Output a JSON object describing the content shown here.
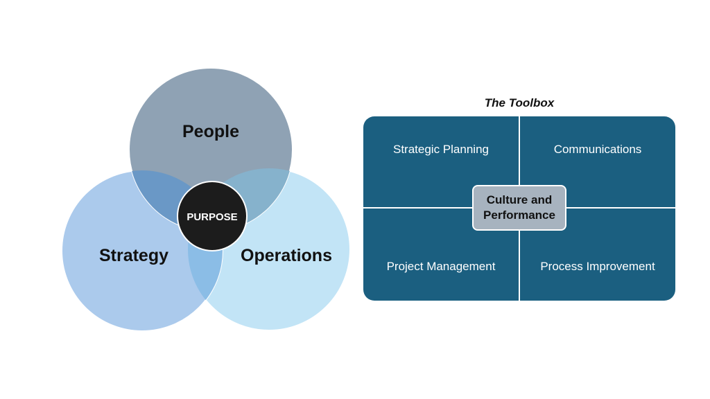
{
  "venn": {
    "circles": [
      {
        "label": "People",
        "color": "#8fa2b4"
      },
      {
        "label": "Strategy",
        "color": "#abcaec"
      },
      {
        "label": "Operations",
        "color": "#c2e4f6"
      }
    ],
    "overlap_colors": {
      "people_strategy": "#6a98c6",
      "people_operations": "#86b2cc",
      "strategy_operations": "#8bbde6"
    },
    "center": {
      "label": "PURPOSE",
      "color": "#1c1c1c"
    }
  },
  "toolbox": {
    "title": "The Toolbox",
    "background_color": "#1b5f80",
    "quadrants": [
      {
        "label": "Strategic Planning"
      },
      {
        "label": "Communications"
      },
      {
        "label": "Project Management"
      },
      {
        "label": "Process Improvement"
      }
    ],
    "center": {
      "line1": "Culture and",
      "line2": "Performance",
      "color": "#a7b3bf"
    }
  }
}
